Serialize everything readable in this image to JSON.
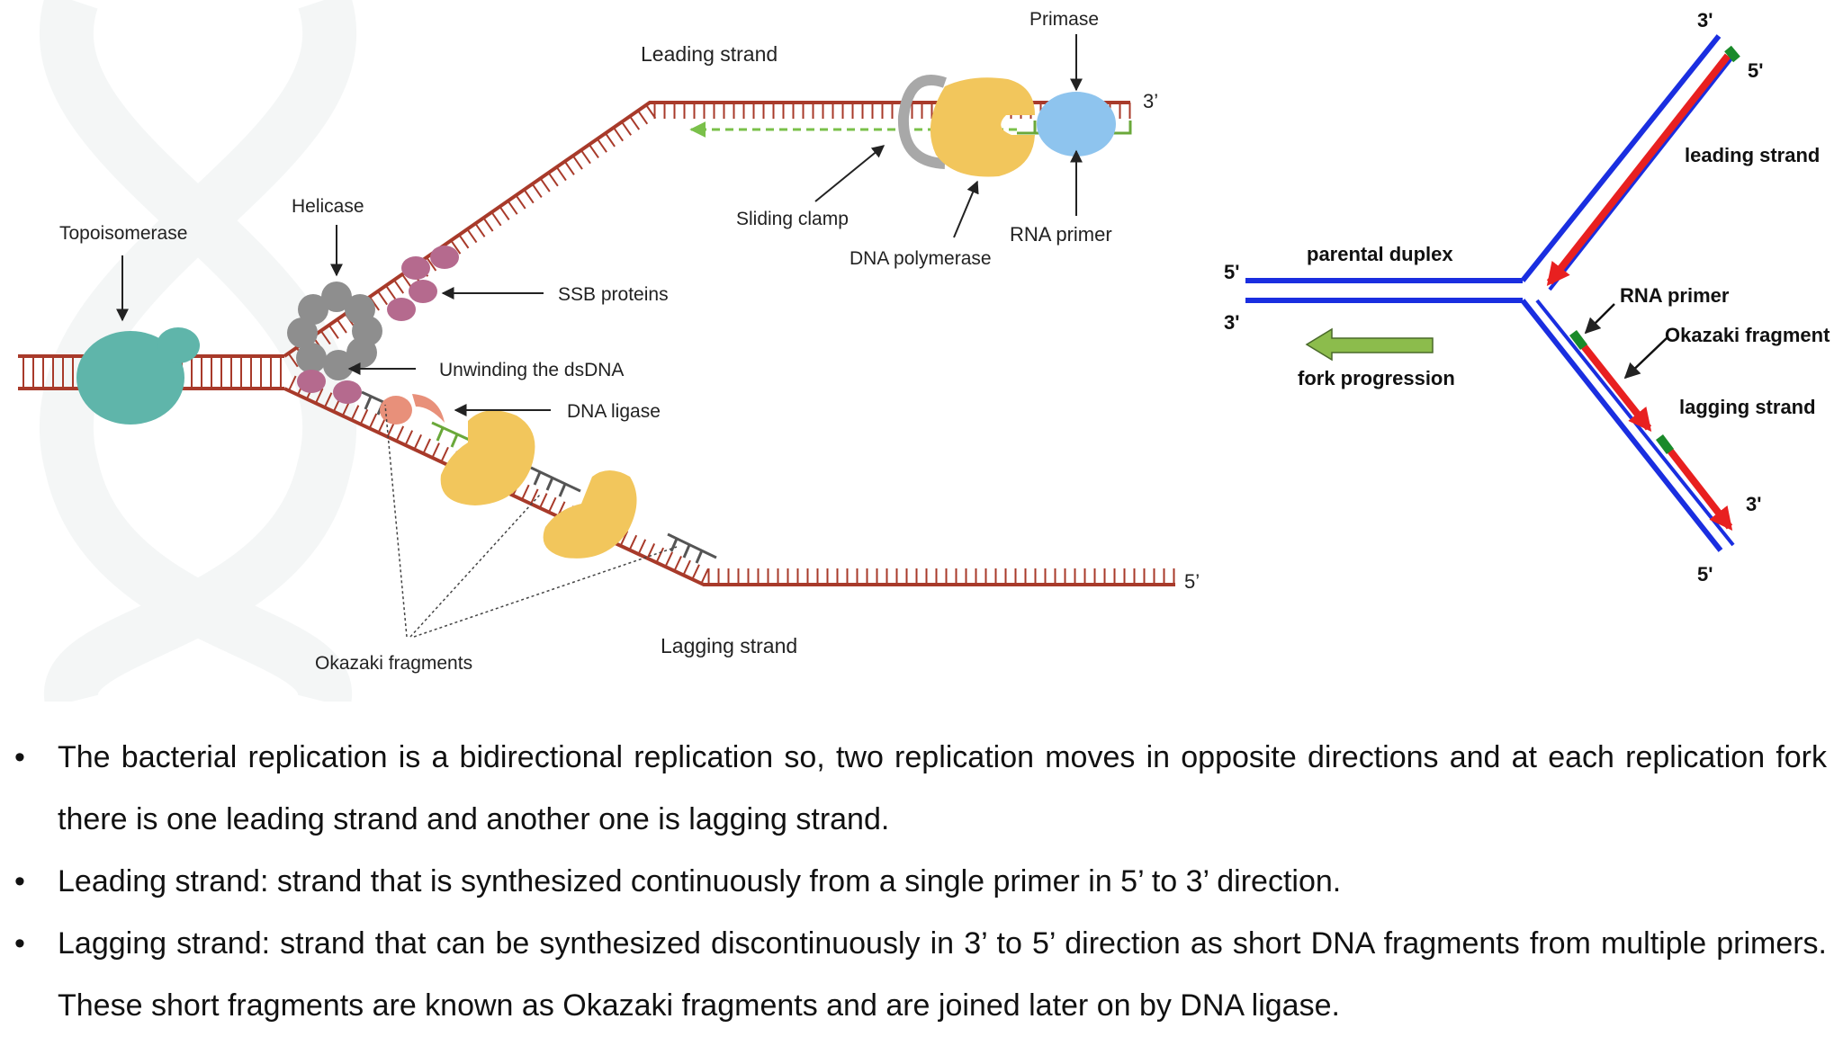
{
  "left_diagram": {
    "labels": {
      "leading_strand": "Leading strand",
      "lagging_strand": "Lagging strand",
      "primase": "Primase",
      "helicase": "Helicase",
      "topoisomerase": "Topoisomerase",
      "ssb_proteins": "SSB proteins",
      "unwinding": "Unwinding the dsDNA",
      "dna_ligase": "DNA ligase",
      "sliding_clamp": "Sliding clamp",
      "dna_polymerase": "DNA polymerase",
      "rna_primer": "RNA primer",
      "okazaki_fragments": "Okazaki fragments",
      "three_prime_end": "3’",
      "five_prime_end": "5’"
    },
    "colors": {
      "strand": "#a83a2a",
      "primer": "#6aa83a",
      "polymerase": "#f2c65c",
      "topoisomerase": "#5fb5aa",
      "helicase": "#8e8e8e",
      "ssb": "#b56a8e",
      "primase": "#8ec4ee",
      "ligase": "#e8907a"
    }
  },
  "right_diagram": {
    "labels": {
      "parental_duplex": "parental duplex",
      "fork_progression": "fork progression",
      "leading_strand": "leading strand",
      "lagging_strand": "lagging strand",
      "rna_primer": "RNA primer",
      "okazaki_fragment": "Okazaki fragment",
      "parental_5": "5'",
      "parental_3": "3'",
      "top_3": "3'",
      "top_5": "5'",
      "bottom_3": "3'",
      "bottom_5": "5'"
    },
    "colors": {
      "template": "#1a2ee0",
      "new_strand": "#e82020",
      "primer": "#1a8a2a",
      "arrow": "#8cbc4c"
    }
  },
  "bullets": [
    "The bacterial replication is a bidirectional replication so, two replication moves in opposite directions and at each replication fork there is one leading strand and another one is lagging strand.",
    "Leading strand: strand that is synthesized continuously from a single primer in 5’ to 3’ direction.",
    "Lagging strand: strand that can be synthesized discontinuously in 3’ to 5’ direction as short DNA fragments from multiple primers. These short fragments are known as Okazaki fragments and are joined later on by DNA ligase."
  ]
}
